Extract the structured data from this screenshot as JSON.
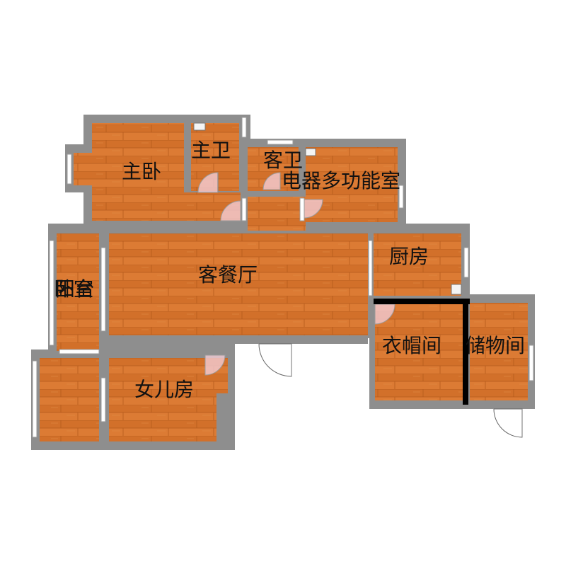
{
  "colors": {
    "wall": "#8e8e8e",
    "floor": "#d7742e",
    "floor_dark": "#c4641f",
    "partition": "#000000"
  },
  "rooms": {
    "master_bedroom": "主卧",
    "master_bath": "主卫",
    "guest_bath": "客卫",
    "appliance_room": "电器多功能室",
    "living_dining": "客餐厅",
    "kitchen": "厨房",
    "bedroom_left": "卧室",
    "balcony": "阳台",
    "daughter_room": "女儿房",
    "cloakroom": "衣帽间",
    "storage": "储物间"
  }
}
